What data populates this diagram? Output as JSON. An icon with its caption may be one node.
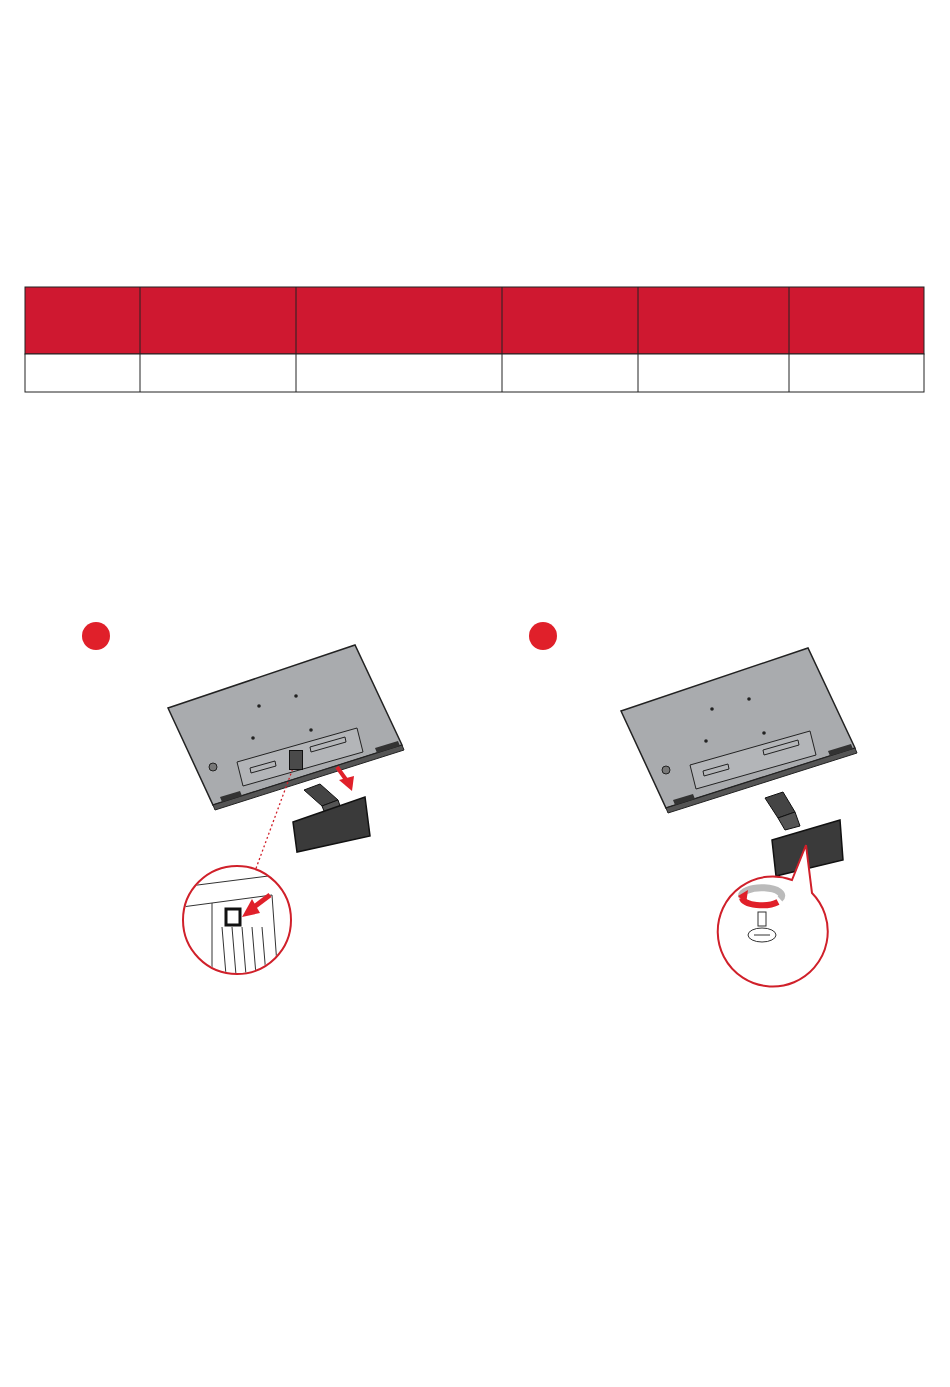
{
  "diagram": {
    "nodes": [
      {
        "text": [],
        "shape": "circle"
      },
      {
        "text": [],
        "shape": "circle"
      },
      {
        "text": [],
        "shape": "box"
      },
      {
        "text": [],
        "shape": "circle"
      }
    ],
    "edges": [
      {
        "from": 3,
        "to": 2,
        "arrow": "none",
        "style": "dashed"
      }
    ]
  }
}
